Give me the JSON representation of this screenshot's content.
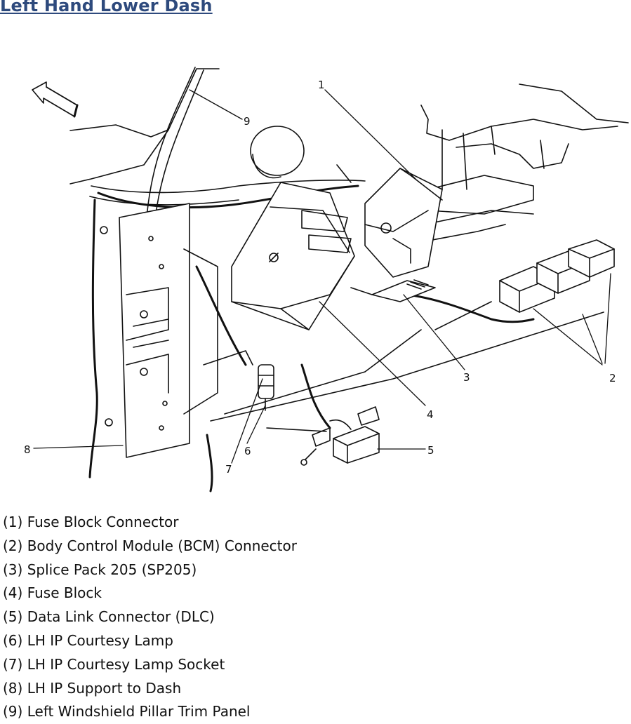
{
  "title": "Left Hand Lower Dash",
  "callouts": [
    "1",
    "2",
    "3",
    "4",
    "5",
    "6",
    "7",
    "8",
    "9"
  ],
  "legend": [
    "(1) Fuse Block Connector",
    "(2) Body Control Module (BCM) Connector",
    "(3) Splice Pack 205 (SP205)",
    "(4) Fuse Block",
    "(5) Data Link Connector (DLC)",
    "(6) LH IP Courtesy Lamp",
    "(7) LH IP Courtesy Lamp Socket",
    "(8) LH IP Support to Dash",
    "(9) Left Windshield Pillar Trim Panel"
  ]
}
